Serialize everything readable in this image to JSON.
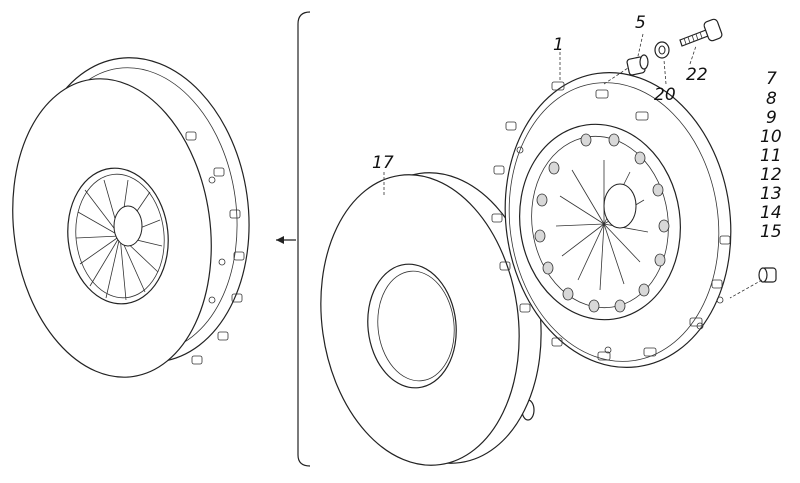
{
  "diagram": {
    "labels": {
      "l1": "1",
      "l5": "5",
      "l17": "17",
      "l20": "20",
      "l22": "22",
      "l7": "7",
      "l8": "8",
      "l9": "9",
      "l10": "10",
      "l11": "11",
      "l12": "12",
      "l13": "13",
      "l14": "14",
      "l15": "15"
    }
  }
}
